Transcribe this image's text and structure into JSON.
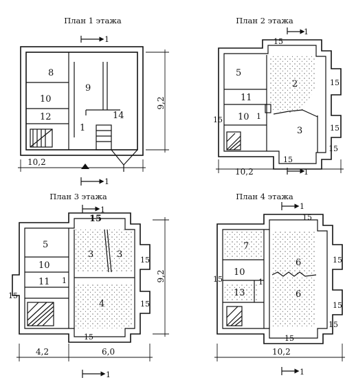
{
  "plans": [
    {
      "title": "План 1 этажа",
      "rooms": [
        "8",
        "9",
        "10",
        "12",
        "1",
        "14"
      ],
      "dims": {
        "width": "10,2",
        "height": "9,2"
      },
      "section": "1"
    },
    {
      "title": "План 2 этажа",
      "rooms": [
        "5",
        "2",
        "11",
        "10",
        "1",
        "3",
        "15",
        "15",
        "15",
        "15",
        "15",
        "15"
      ],
      "dims": {
        "width": "10,2"
      },
      "section": "1"
    },
    {
      "title": "План 3 этажа",
      "rooms": [
        "5",
        "3",
        "3",
        "10",
        "11",
        "1",
        "4",
        "15",
        "15",
        "15",
        "15",
        "15"
      ],
      "dims": {
        "width_left": "4,2",
        "width_right": "6,0",
        "height": "9,2"
      },
      "section": "1"
    },
    {
      "title": "План 4 этажа",
      "rooms": [
        "7",
        "6",
        "10",
        "1",
        "13",
        "6",
        "15",
        "15",
        "15",
        "15",
        "15",
        "15"
      ],
      "dims": {
        "width": "10,2"
      },
      "section": "1"
    }
  ]
}
